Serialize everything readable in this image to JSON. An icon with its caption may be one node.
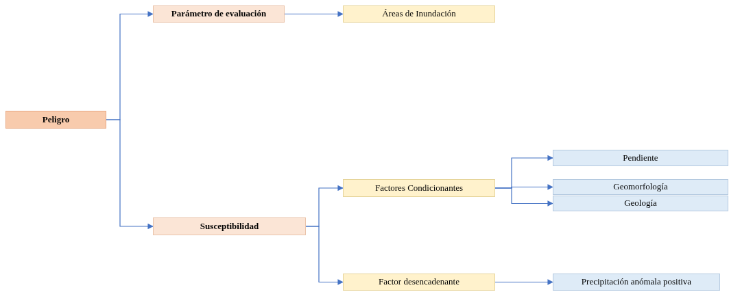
{
  "diagram": {
    "nodes": [
      {
        "text": [
          "Peligro"
        ]
      },
      {
        "text": [
          "Parámetro de evaluación"
        ]
      },
      {
        "text": [
          "Áreas de Inundación"
        ]
      },
      {
        "text": [
          "Susceptibilidad"
        ]
      },
      {
        "text": [
          "Factores Condicionantes"
        ]
      },
      {
        "text": [
          "Factor desencadenante"
        ]
      },
      {
        "text": [
          "Pendiente"
        ]
      },
      {
        "text": [
          "Geomorfología"
        ]
      },
      {
        "text": [
          "Geología"
        ]
      },
      {
        "text": [
          "Precipitación anómala positiva"
        ]
      }
    ],
    "edges": [
      {
        "from": 0,
        "to": 1,
        "arrow": "to"
      },
      {
        "from": 0,
        "to": 3,
        "arrow": "to"
      },
      {
        "from": 1,
        "to": 2,
        "arrow": "to"
      },
      {
        "from": 3,
        "to": 4,
        "arrow": "to"
      },
      {
        "from": 3,
        "to": 5,
        "arrow": "to"
      },
      {
        "from": 4,
        "to": 6,
        "arrow": "to"
      },
      {
        "from": 4,
        "to": 7,
        "arrow": "to"
      },
      {
        "from": 4,
        "to": 8,
        "arrow": "to"
      },
      {
        "from": 5,
        "to": 9,
        "arrow": "to"
      }
    ]
  }
}
